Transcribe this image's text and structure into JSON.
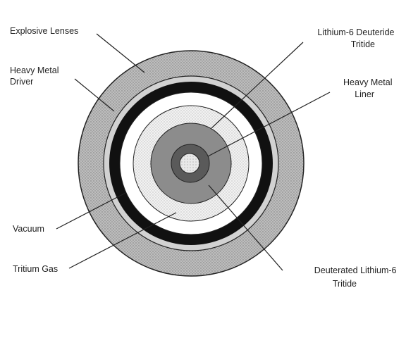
{
  "labels": {
    "explosive_lenses": "Explosive Lenses",
    "heavy_metal_driver": [
      "Heavy Metal",
      "Driver"
    ],
    "vacuum": "Vacuum",
    "tritium_gas": "Tritium Gas",
    "lithium6_deuteride_tritide": [
      "Lithium-6 Deuteride",
      "Tritide"
    ],
    "heavy_metal_liner": [
      "Heavy Metal",
      "Liner"
    ],
    "deuterated_lithium6_tritide": [
      "Deuterated Lithium-6",
      "Tritide"
    ]
  },
  "colors": {
    "explosive_lenses": "#b8b8b8",
    "driver_ring": "#d4d4d4",
    "black_band": "#111111",
    "vacuum": "#ffffff",
    "lithium6_layer": "#e6e6e6",
    "deuterated_core": "#8c8c8c",
    "heavy_metal_liner": "#5a5a5a",
    "tritium_gas": "#dcdcdc",
    "outline": "#222222"
  }
}
